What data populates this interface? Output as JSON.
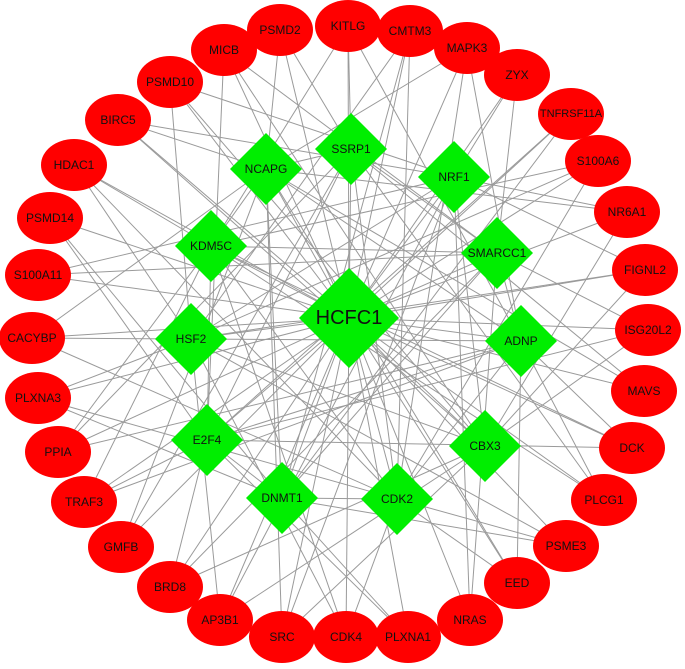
{
  "network": {
    "colors": {
      "outer_node": "#ff0000",
      "hub_node": "#00ee00",
      "edge": "#9a9a9a"
    },
    "hub_nodes": [
      "HCFC1",
      "SSRP1",
      "NCAPG",
      "NRF1",
      "KDM5C",
      "SMARCC1",
      "HSF2",
      "ADNP",
      "E2F4",
      "CBX3",
      "DNMT1",
      "CDK2"
    ],
    "outer_nodes": [
      "KITLG",
      "CMTM3",
      "MAPK3",
      "ZYX",
      "TNFRSF11A",
      "S100A6",
      "NR6A1",
      "FIGNL2",
      "ISG20L2",
      "MAVS",
      "DCK",
      "PLCG1",
      "PSME3",
      "EED",
      "NRAS",
      "PLXNA1",
      "CDK4",
      "SRC",
      "AP3B1",
      "BRD8",
      "GMFB",
      "TRAF3",
      "PPIA",
      "PLXNA3",
      "CACYBP",
      "S100A11",
      "PSMD14",
      "HDAC1",
      "BIRC5",
      "PSMD10",
      "MICB",
      "PSMD2"
    ]
  }
}
